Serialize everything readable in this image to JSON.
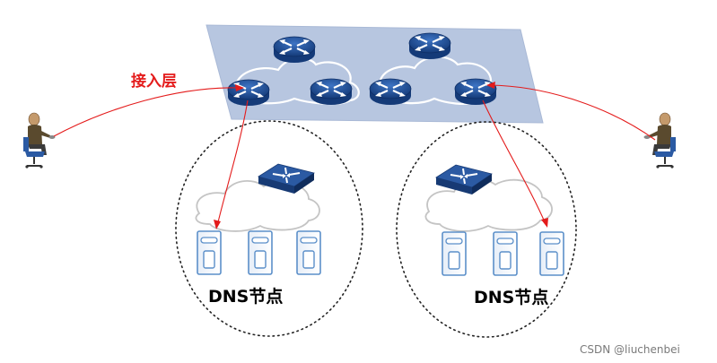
{
  "labels": {
    "access_layer": "接入层",
    "dns_node_left": "DNS节点",
    "dns_node_right": "DNS节点",
    "watermark": "CSDN @liuchenbei"
  },
  "colors": {
    "plane": "#b7c6e0",
    "router_body": "#1f4e96",
    "cloud_stroke": "#b8b8b8",
    "request_line": "#e41b1b",
    "server_stroke": "#5b8fc9",
    "switch_body": "#1f4a8a"
  },
  "icons": {
    "router": "router-icon",
    "switch": "switch-icon",
    "server": "server-icon",
    "user": "user-at-computer-icon"
  }
}
